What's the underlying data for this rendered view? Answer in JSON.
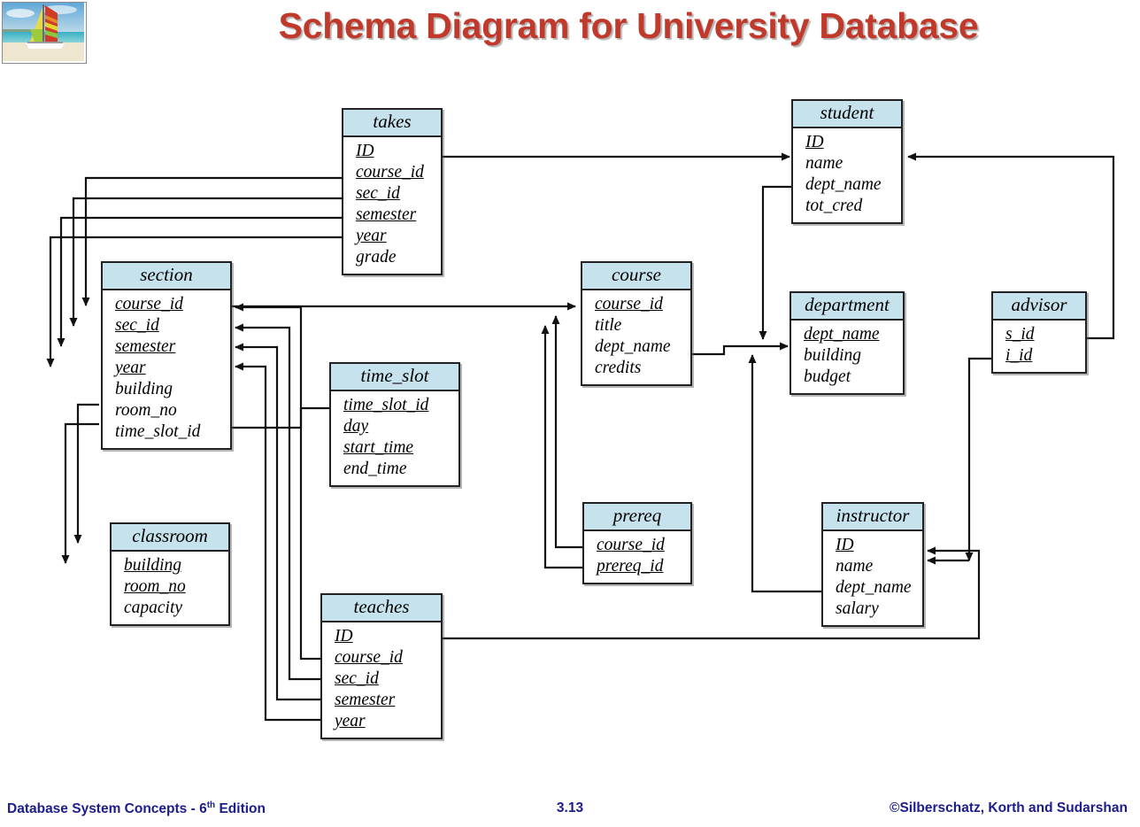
{
  "slide": {
    "title": "Schema Diagram for University Database",
    "title_color": "#c0392b",
    "logo_icon": "sailboat-beach-photo"
  },
  "footer": {
    "left_text": "Database System Concepts - 6",
    "left_sup": "th",
    "left_text_end": " Edition",
    "page_number": "3.13",
    "copyright": "©Silberschatz, Korth and Sudarshan",
    "color": "#1c1c8c"
  },
  "diagram": {
    "type": "er-schema-diagram",
    "header_color": "#c6e2ec",
    "border_color": "#222222",
    "tables": [
      {
        "id": "takes",
        "name": "takes",
        "attributes": [
          {
            "name": "ID",
            "key": true
          },
          {
            "name": "course_id",
            "key": true
          },
          {
            "name": "sec_id",
            "key": true
          },
          {
            "name": "semester",
            "key": true
          },
          {
            "name": "year",
            "key": true
          },
          {
            "name": "grade",
            "key": false
          }
        ]
      },
      {
        "id": "student",
        "name": "student",
        "attributes": [
          {
            "name": "ID",
            "key": true
          },
          {
            "name": "name",
            "key": false
          },
          {
            "name": "dept_name",
            "key": false
          },
          {
            "name": "tot_cred",
            "key": false
          }
        ]
      },
      {
        "id": "section",
        "name": "section",
        "attributes": [
          {
            "name": "course_id",
            "key": true
          },
          {
            "name": "sec_id",
            "key": true
          },
          {
            "name": "semester",
            "key": true
          },
          {
            "name": "year",
            "key": true
          },
          {
            "name": "building",
            "key": false
          },
          {
            "name": "room_no",
            "key": false
          },
          {
            "name": "time_slot_id",
            "key": false
          }
        ]
      },
      {
        "id": "course",
        "name": "course",
        "attributes": [
          {
            "name": "course_id",
            "key": true
          },
          {
            "name": "title",
            "key": false
          },
          {
            "name": "dept_name",
            "key": false
          },
          {
            "name": "credits",
            "key": false
          }
        ]
      },
      {
        "id": "department",
        "name": "department",
        "attributes": [
          {
            "name": "dept_name",
            "key": true
          },
          {
            "name": "building",
            "key": false
          },
          {
            "name": "budget",
            "key": false
          }
        ]
      },
      {
        "id": "advisor",
        "name": "advisor",
        "attributes": [
          {
            "name": "s_id",
            "key": true
          },
          {
            "name": "i_id",
            "key": true
          }
        ]
      },
      {
        "id": "time_slot",
        "name": "time_slot",
        "attributes": [
          {
            "name": "time_slot_id",
            "key": true
          },
          {
            "name": "day",
            "key": true
          },
          {
            "name": "start_time",
            "key": true
          },
          {
            "name": "end_time",
            "key": false
          }
        ]
      },
      {
        "id": "prereq",
        "name": "prereq",
        "attributes": [
          {
            "name": "course_id",
            "key": true
          },
          {
            "name": "prereq_id",
            "key": true
          }
        ]
      },
      {
        "id": "instructor",
        "name": "instructor",
        "attributes": [
          {
            "name": "ID",
            "key": true
          },
          {
            "name": "name",
            "key": false
          },
          {
            "name": "dept_name",
            "key": false
          },
          {
            "name": "salary",
            "key": false
          }
        ]
      },
      {
        "id": "classroom",
        "name": "classroom",
        "attributes": [
          {
            "name": "building",
            "key": true
          },
          {
            "name": "room_no",
            "key": true
          },
          {
            "name": "capacity",
            "key": false
          }
        ]
      },
      {
        "id": "teaches",
        "name": "teaches",
        "attributes": [
          {
            "name": "ID",
            "key": true
          },
          {
            "name": "course_id",
            "key": true
          },
          {
            "name": "sec_id",
            "key": true
          },
          {
            "name": "semester",
            "key": true
          },
          {
            "name": "year",
            "key": true
          }
        ]
      }
    ],
    "relationships": [
      {
        "from": "takes.ID",
        "to": "student.ID"
      },
      {
        "from": "takes.course_id",
        "to": "section.course_id"
      },
      {
        "from": "takes.sec_id",
        "to": "section.sec_id"
      },
      {
        "from": "takes.semester",
        "to": "section.semester"
      },
      {
        "from": "takes.year",
        "to": "section.year"
      },
      {
        "from": "section.course_id",
        "to": "course.course_id"
      },
      {
        "from": "section.building",
        "to": "classroom.building"
      },
      {
        "from": "section.room_no",
        "to": "classroom.room_no"
      },
      {
        "from": "section.time_slot_id",
        "to": "time_slot.time_slot_id"
      },
      {
        "from": "student.dept_name",
        "to": "department.dept_name"
      },
      {
        "from": "course.dept_name",
        "to": "department.dept_name"
      },
      {
        "from": "instructor.dept_name",
        "to": "department.dept_name"
      },
      {
        "from": "prereq.course_id",
        "to": "course.course_id"
      },
      {
        "from": "prereq.prereq_id",
        "to": "course.course_id"
      },
      {
        "from": "advisor.s_id",
        "to": "student.ID"
      },
      {
        "from": "advisor.i_id",
        "to": "instructor.ID"
      },
      {
        "from": "teaches.ID",
        "to": "instructor.ID"
      },
      {
        "from": "teaches.course_id",
        "to": "section.course_id"
      },
      {
        "from": "teaches.sec_id",
        "to": "section.sec_id"
      },
      {
        "from": "teaches.semester",
        "to": "section.semester"
      },
      {
        "from": "teaches.year",
        "to": "section.year"
      }
    ]
  }
}
